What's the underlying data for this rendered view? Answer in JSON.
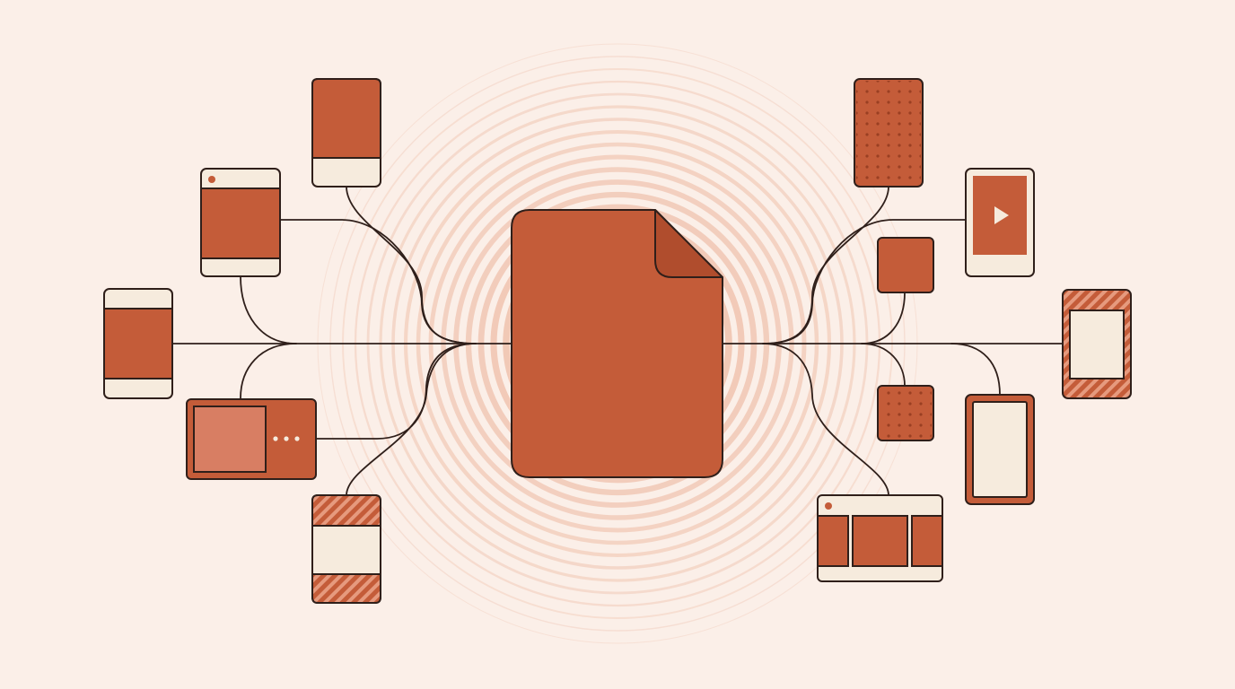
{
  "colors": {
    "background": "#fbefe8",
    "accent": "#c45c39",
    "accent_dark": "#b04d2d",
    "accent_light": "#d87e63",
    "cream": "#f6ebdd",
    "outline": "#2f1f1a",
    "ring": "#f0c5b1",
    "connector": "#2f1f1a",
    "dot": "#9a3f22"
  },
  "diagram": {
    "center": {
      "name": "central-document-icon",
      "shape": "document-dogear"
    },
    "left_devices": [
      {
        "name": "phone-device-top",
        "style": "phone-bottom-bar"
      },
      {
        "name": "browser-window-device",
        "style": "window-titlebar"
      },
      {
        "name": "tablet-device-left",
        "style": "phone-top-bottom-bar"
      },
      {
        "name": "media-player-device",
        "style": "screen-with-menu-dots"
      },
      {
        "name": "striped-phone-device",
        "style": "phone-striped"
      }
    ],
    "right_devices": [
      {
        "name": "dotted-card-device",
        "style": "pattern-dots"
      },
      {
        "name": "video-tablet-device",
        "style": "play-screen"
      },
      {
        "name": "small-square-tile-top",
        "style": "tile-solid"
      },
      {
        "name": "striped-tablet-device",
        "style": "striped-frame"
      },
      {
        "name": "dotted-square-tile",
        "style": "tile-dotted"
      },
      {
        "name": "framed-tablet-device",
        "style": "frame-cream"
      },
      {
        "name": "carousel-window-device",
        "style": "window-three-panels"
      }
    ]
  }
}
